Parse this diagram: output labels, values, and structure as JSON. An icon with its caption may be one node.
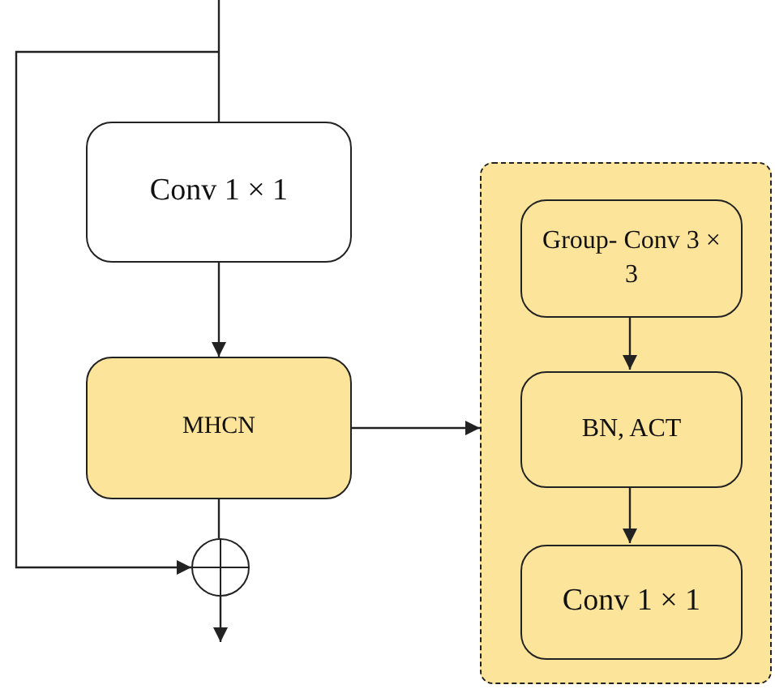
{
  "diagram": {
    "nodes": [
      {
        "text": [
          "Conv 1 × 1"
        ]
      },
      {
        "text": [
          "MHCN"
        ]
      },
      {
        "text": [],
        "shape": "box"
      },
      {
        "text": [
          "Group- Conv 3 × 3"
        ],
        "in": 2
      },
      {
        "text": [
          "BN, ACT"
        ],
        "in": 2
      },
      {
        "text": [
          "Conv 1 × 1"
        ],
        "in": 2
      },
      {
        "text": [],
        "shape": "circle"
      }
    ],
    "edges": [
      {
        "from": null,
        "to": 0,
        "arrow": "none"
      },
      {
        "from": null,
        "to": 6,
        "arrow": "to"
      },
      {
        "from": 0,
        "to": 1,
        "arrow": "to"
      },
      {
        "from": 1,
        "to": 2,
        "arrow": "to"
      },
      {
        "from": 1,
        "to": 6,
        "arrow": "none"
      },
      {
        "from": 6,
        "to": null,
        "arrow": "to"
      },
      {
        "from": 3,
        "to": 4,
        "arrow": "to"
      },
      {
        "from": 4,
        "to": 5,
        "arrow": "to"
      }
    ]
  }
}
